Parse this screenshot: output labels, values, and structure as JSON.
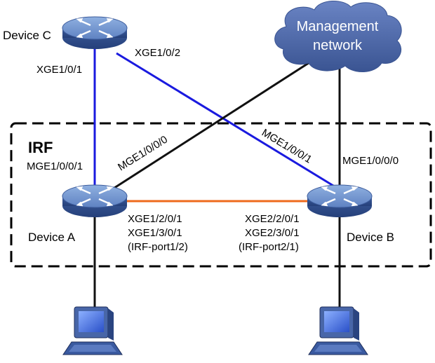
{
  "colors": {
    "blue_link": "#1a1adf",
    "orange_link": "#ee6a1c",
    "black_link": "#111111",
    "device_body": "#4a6aa8",
    "cloud": "#4a62a0"
  },
  "irf": {
    "label": "IRF"
  },
  "cloud": {
    "line1": "Management",
    "line2": "network"
  },
  "devices": {
    "c": {
      "name": "Device C",
      "icon": "router-icon"
    },
    "a": {
      "name": "Device A",
      "icon": "router-icon"
    },
    "b": {
      "name": "Device B",
      "icon": "router-icon"
    }
  },
  "ports": {
    "c_to_a": "XGE1/0/1",
    "c_to_b": "XGE1/0/2",
    "a_to_c": "MGE1/0/0/1",
    "a_to_mgmt": "MGE1/0/0/0",
    "b_to_c": "MGE1/0/0/1",
    "b_to_mgmt": "MGE1/0/0/0",
    "a_irf_1": "XGE1/2/0/1",
    "a_irf_2": "XGE1/3/0/1",
    "a_irf_port": "(IRF-port1/2)",
    "b_irf_1": "XGE2/2/0/1",
    "b_irf_2": "XGE2/3/0/1",
    "b_irf_port": "(IRF-port2/1)"
  },
  "hosts": [
    {
      "icon": "computer-icon"
    },
    {
      "icon": "computer-icon"
    }
  ]
}
